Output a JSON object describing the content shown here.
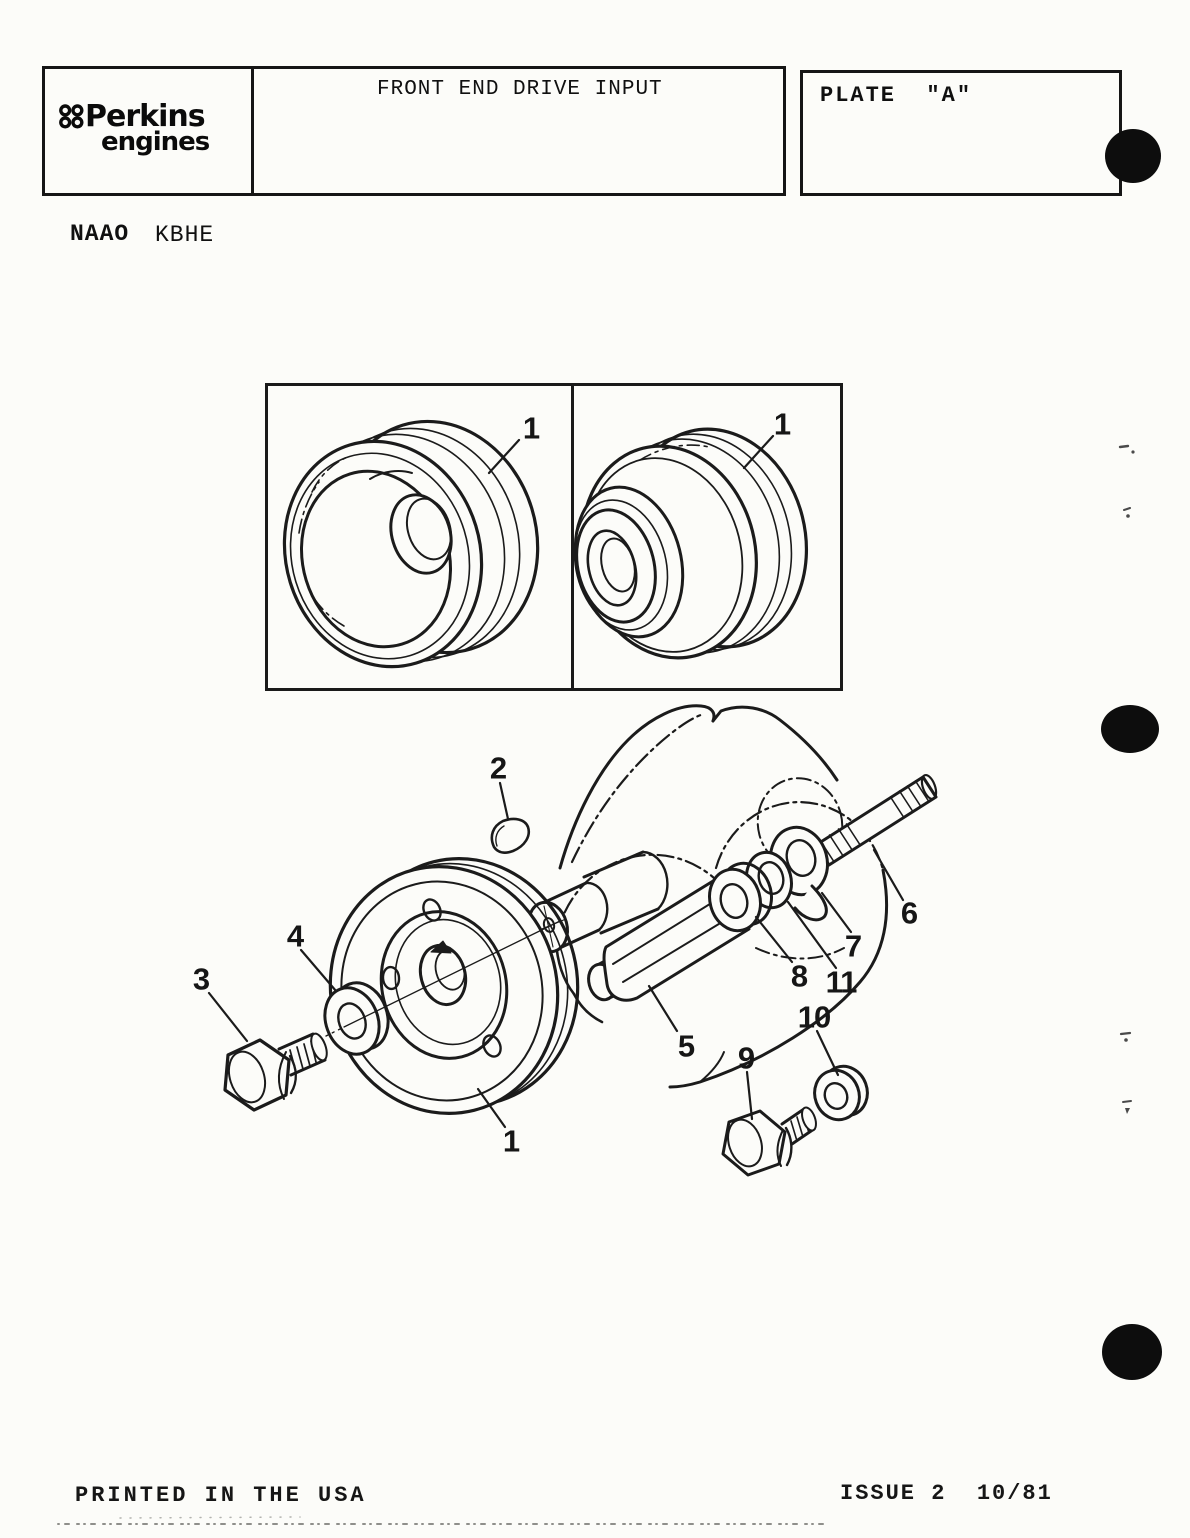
{
  "page": {
    "paper_color": "#fcfcf9",
    "ink_color": "#161616"
  },
  "header": {
    "brand": {
      "line1": "Perkins",
      "line2": "engines",
      "symbol": "four-ring-cluster"
    },
    "title": "FRONT END DRIVE INPUT",
    "plate_label": "PLATE  \"A\""
  },
  "model_codes": {
    "primary": "NAAO",
    "secondary": "KBHE"
  },
  "figure": {
    "inset_labels": [
      {
        "text": "1"
      },
      {
        "text": "1"
      }
    ],
    "callouts": [
      {
        "text": "2"
      },
      {
        "text": "3"
      },
      {
        "text": "4"
      },
      {
        "text": "1"
      },
      {
        "text": "5"
      },
      {
        "text": "6"
      },
      {
        "text": "7"
      },
      {
        "text": "8"
      },
      {
        "text": "9"
      },
      {
        "text": "10"
      },
      {
        "text": "11"
      }
    ]
  },
  "footer": {
    "left": "PRINTED IN THE USA",
    "right": "ISSUE 2  10/81"
  }
}
